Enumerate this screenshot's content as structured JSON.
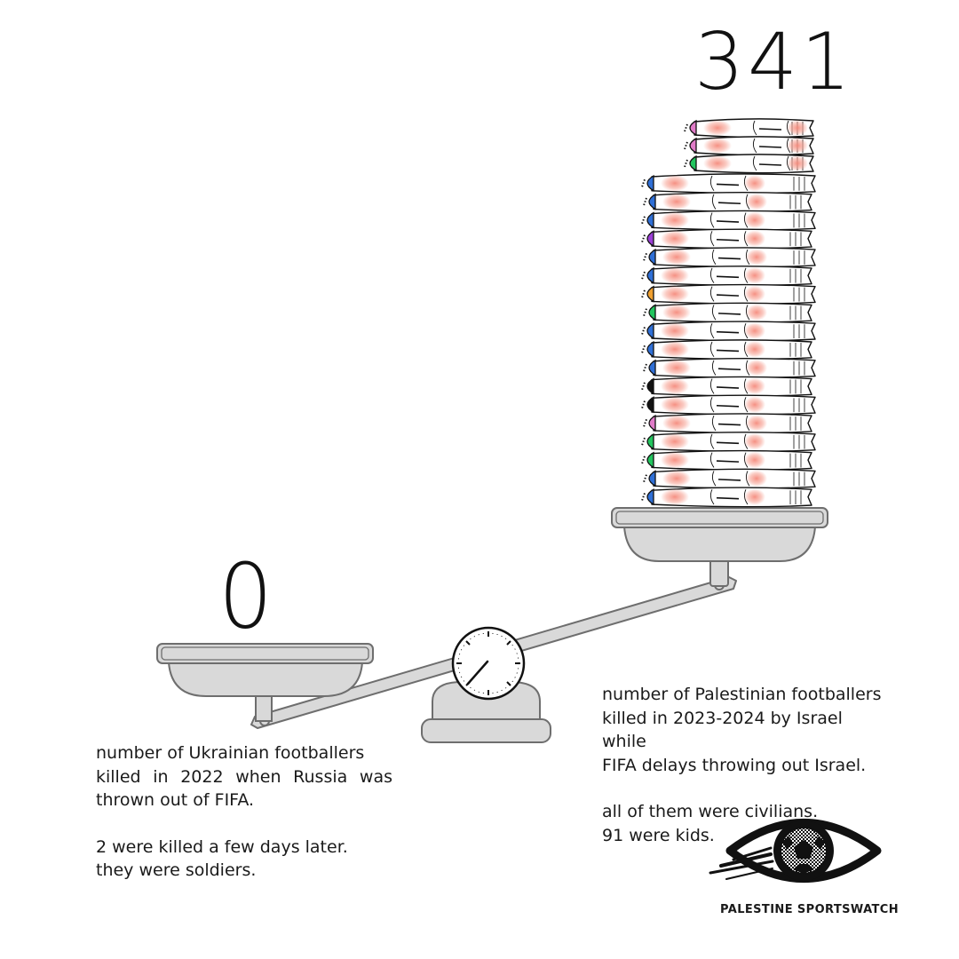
{
  "left_pan": {
    "count": "0"
  },
  "right_pan": {
    "count": "341"
  },
  "left_caption": {
    "line1": "number of Ukrainian footballers",
    "line2": "killed in 2022 when Russia was",
    "line3": "thrown out of FIFA.",
    "line4": "2 were killed a few days later.",
    "line5": "they were soldiers."
  },
  "right_caption": {
    "line1": "number of Palestinian footballers",
    "line2": "killed in 2023-2024 by Israel while",
    "line3": "FIFA delays throwing out Israel.",
    "line4": "all of them were civilians.",
    "line5": "91 were kids."
  },
  "brand": {
    "name": "PALESTINE SPORTSWATCH"
  },
  "colors": {
    "scale_fill": "#d9d9d9",
    "scale_stroke": "#6e6e6e",
    "blood": "#f4a59a",
    "boot_colors": [
      "#2f6fd6",
      "#9b3fd6",
      "#e07bc8",
      "#f0a030",
      "#22c55e",
      "#111111",
      "#d633a8"
    ]
  },
  "icons": [
    "balance-scale-icon",
    "dial-gauge-icon",
    "eye-football-logo-icon",
    "sock-icon",
    "football-boot-icon"
  ]
}
